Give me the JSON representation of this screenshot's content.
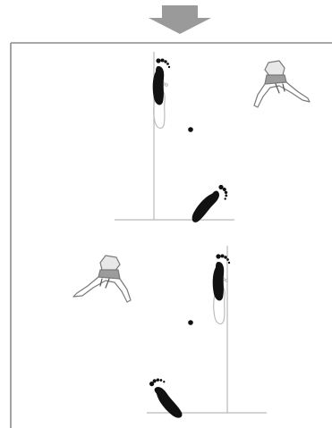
{
  "diagram": {
    "kind": "karate-stance-footwork",
    "direction_arrow": "arrow-down-icon",
    "panels": [
      {
        "name": "upper-stance",
        "figure": "karateka-left-icon",
        "feet": [
          "left-footprint-icon",
          "right-footprint-icon"
        ],
        "center_marker": "center-dot-icon"
      },
      {
        "name": "lower-stance",
        "figure": "karateka-right-icon",
        "feet": [
          "left-footprint-icon",
          "right-footprint-icon"
        ],
        "center_marker": "center-dot-icon"
      }
    ],
    "colors": {
      "arrow": "#9a9a9a",
      "frame": "#8c8c8c",
      "guide": "#b9b9b9",
      "foot": "#111111",
      "foot_ghost": "#bdbdbd",
      "figure_line": "#7a7a7a"
    }
  }
}
